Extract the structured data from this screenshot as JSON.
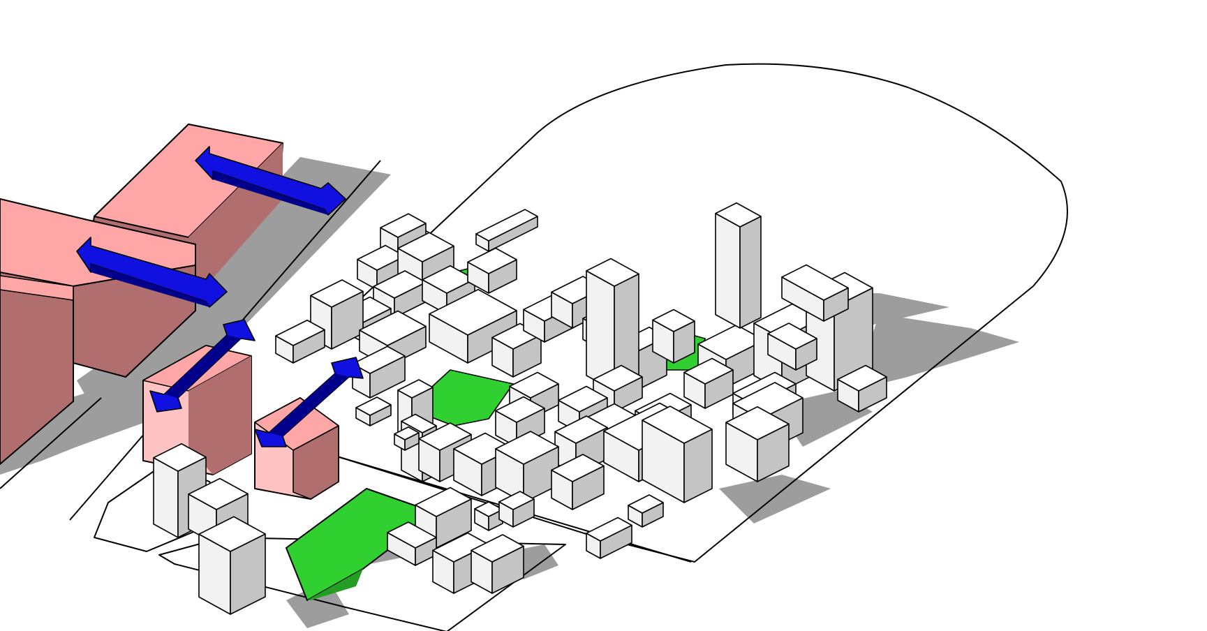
{
  "scene": {
    "kind": "isometric massing model",
    "labels": []
  },
  "colors": {
    "background": "#ffffff",
    "shadow": "#9d9d9d",
    "building_top": "#ffffff",
    "building_left": "#f2f2f2",
    "building_right": "#c4c4c4",
    "context_top": "#ffa7a7",
    "context_left": "#ffc3c3",
    "context_right": "#b16e6e",
    "green_space": "#2fd02f",
    "green_space_shade": "#239e23",
    "arrow": "#1010e0",
    "arrow_dark": "#00008a"
  },
  "arrows": [
    {
      "name": "connection-arrow",
      "direction": "two-way"
    },
    {
      "name": "connection-arrow",
      "direction": "two-way"
    },
    {
      "name": "connection-arrow",
      "direction": "two-way"
    },
    {
      "name": "connection-arrow",
      "direction": "two-way"
    }
  ]
}
